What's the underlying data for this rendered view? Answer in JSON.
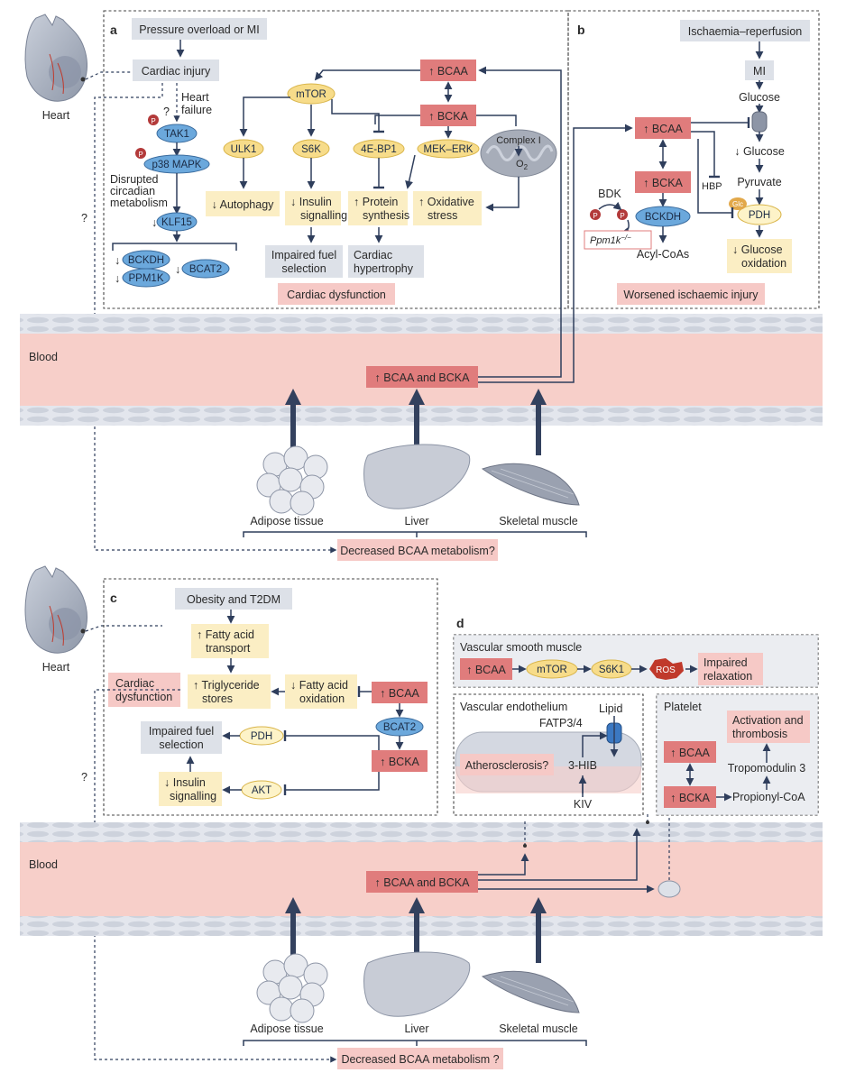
{
  "panel_a": {
    "letter": "a",
    "trigger": "Pressure overload or MI",
    "injury": "Cardiac injury",
    "heart_failure": [
      "Heart",
      "failure"
    ],
    "question": "?",
    "tak1": "TAK1",
    "p38": "p38 MAPK",
    "circadian": [
      "Disrupted",
      "circadian",
      "metabolism"
    ],
    "klf15": "KLF15",
    "bckdh": "BCKDH",
    "ppm1k": "PPM1K",
    "bcat2": "BCAT2",
    "bcaa": "BCAA",
    "bcka": "BCKA",
    "mtor": "mTOR",
    "ulk1": "ULK1",
    "s6k": "S6K",
    "ebp1": "4E-BP1",
    "mek": "MEK–ERK",
    "complex1": "Complex I",
    "o2": "O",
    "o2_sub": "2",
    "autophagy": "Autophagy",
    "insulin": [
      "Insulin",
      "signalling"
    ],
    "protein": [
      "Protein",
      "synthesis"
    ],
    "oxidative": [
      "Oxidative",
      "stress"
    ],
    "fuel": [
      "Impaired fuel",
      "selection"
    ],
    "hypertrophy": [
      "Cardiac",
      "hypertrophy"
    ],
    "dysfunction": "Cardiac dysfunction"
  },
  "panel_b": {
    "letter": "b",
    "trigger": "Ischaemia–reperfusion",
    "mi": "MI",
    "glucose": "Glucose",
    "glucose_down": "Glucose",
    "pyruvate": "Pyruvate",
    "hbp": "HBP",
    "glc": "Glc",
    "pdh": "PDH",
    "glucose_ox": [
      "Glucose",
      "oxidation"
    ],
    "bcaa": "BCAA",
    "bcka": "BCKA",
    "bdk": "BDK",
    "bckdh": "BCKDH",
    "ppm1k": "Ppm1k",
    "ppm1k_sup": "−/−",
    "acyl": "Acyl-CoAs",
    "worsened": "Worsened ischaemic injury"
  },
  "panel_c": {
    "letter": "c",
    "trigger": "Obesity and T2DM",
    "fa_transport": [
      "Fatty acid",
      "transport"
    ],
    "tg": [
      "Triglyceride",
      "stores"
    ],
    "fa_ox": [
      "Fatty acid",
      "oxidation"
    ],
    "dysfunction": [
      "Cardiac",
      "dysfunction"
    ],
    "bcaa": "BCAA",
    "bcat2": "BCAT2",
    "bcka": "BCKA",
    "pdh": "PDH",
    "akt": "AKT",
    "fuel": [
      "Impaired fuel",
      "selection"
    ],
    "insulin": [
      "Insulin",
      "signalling"
    ]
  },
  "panel_d": {
    "letter": "d",
    "vsm_title": "Vascular smooth muscle",
    "bcaa": "BCAA",
    "mtor": "mTOR",
    "s6k1": "S6K1",
    "ros": "ROS",
    "relax": [
      "Impaired",
      "relaxation"
    ],
    "endo_title": "Vascular endothelium",
    "lipid": "Lipid",
    "fatp": "FATP3/4",
    "hib": "3-HIB",
    "kiv": "KIV",
    "athero": "Atherosclerosis?",
    "platelet_title": "Platelet",
    "activation": [
      "Activation and",
      "thrombosis"
    ],
    "tropo": "Tropomodulin 3",
    "propionyl": "Propionyl-CoA",
    "bcka": "BCKA"
  },
  "shared": {
    "heart": "Heart",
    "blood": "Blood",
    "blood_bcaa": "BCAA and BCKA",
    "up": "↑",
    "down": "↓",
    "adipose": "Adipose tissue",
    "liver": "Liver",
    "muscle": "Skeletal muscle",
    "decreased_top": "Decreased BCAA metabolism?",
    "decreased_bottom": "Decreased BCAA metabolism ?",
    "question": "?"
  },
  "colors": {
    "grey_box": "#dde1e8",
    "yellow_box": "#fbeec4",
    "red_box": "#e07c7c",
    "pink_box": "#f6c9c6",
    "blue_ellipse": "#6ba8dc",
    "yellow_ellipse": "#f7dc8a",
    "blood": "#f7cfc9",
    "vessel_wall": "#e1e3ea",
    "arrow": "#2f3e5c"
  }
}
